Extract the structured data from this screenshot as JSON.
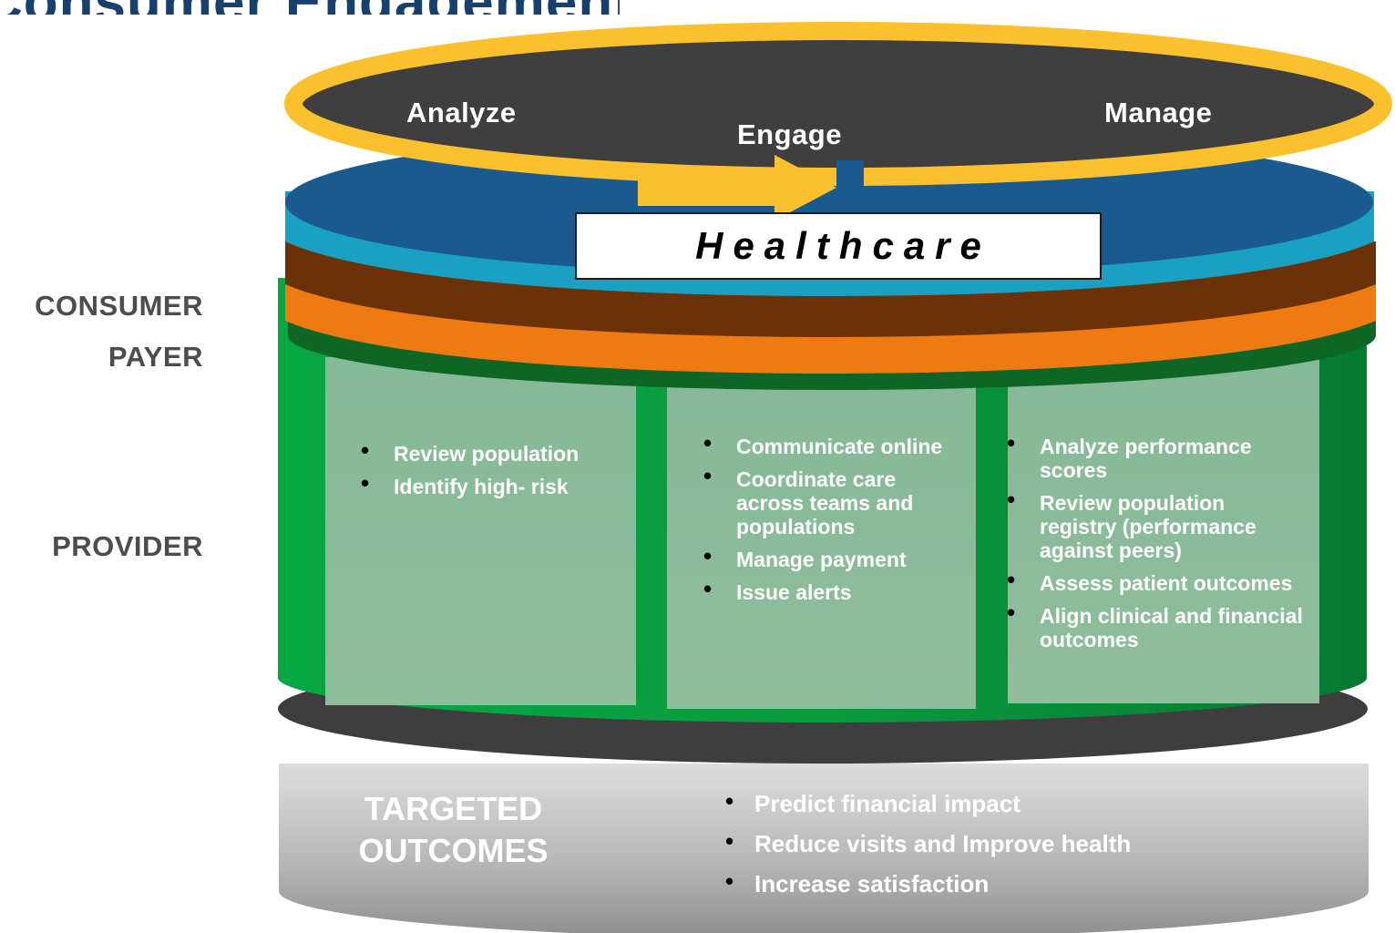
{
  "title": "Consumer Engagement",
  "tiers": {
    "consumer": "CONSUMER",
    "payer": "PAYER",
    "provider": "PROVIDER"
  },
  "cycle": {
    "analyze": "Analyze",
    "engage": "Engage",
    "manage": "Manage"
  },
  "center_label": "Healthcare",
  "panels": {
    "analyze": [
      "Review population",
      "Identify high- risk"
    ],
    "engage": [
      "Communicate online",
      "Coordinate care across teams and populations",
      "Manage payment",
      "Issue alerts"
    ],
    "manage": [
      "Analyze performance scores",
      "Review population registry (performance against peers)",
      "Assess patient outcomes",
      "Align clinical and financial outcomes"
    ]
  },
  "outcomes": {
    "title": "TARGETED OUTCOMES",
    "items": [
      "Predict financial impact",
      "Reduce visits and Improve health",
      "Increase satisfaction"
    ]
  },
  "colors": {
    "title_navy": "#17406d",
    "ring_gold": "#fbc02d",
    "top_disc": "#3f3f3f",
    "navy_disc": "#1a5a8e",
    "teal_band": "#1aa0c3",
    "brown_band": "#6b3208",
    "orange_band": "#f07a12",
    "green_body": "#0aa542",
    "panel_sage": "#8bb898",
    "outcomes_gray": "#c9c9c9",
    "label_gray": "#4d4d4d"
  }
}
